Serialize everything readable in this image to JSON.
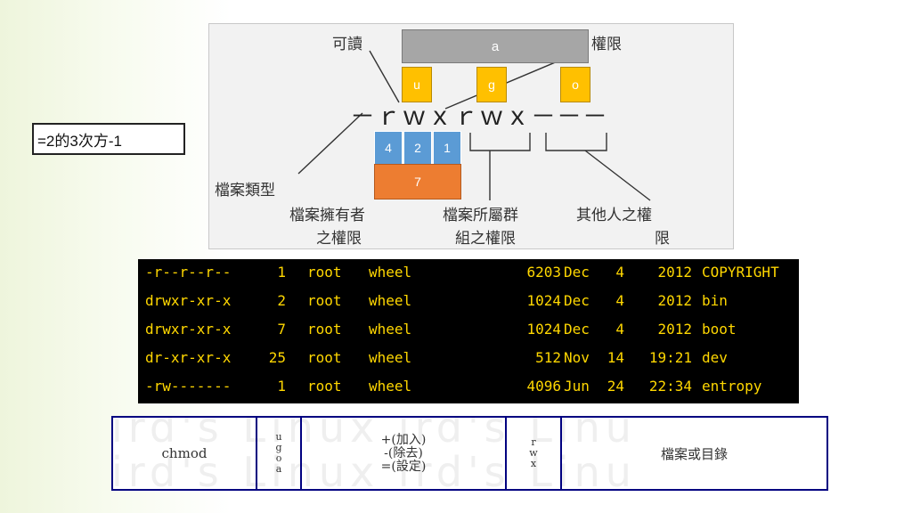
{
  "formula": "=2的3次方-1",
  "figure": {
    "labels": {
      "readable": "可讀",
      "permission": "權限",
      "file_type": "檔案類型",
      "owner_perm_l1": "檔案擁有者",
      "owner_perm_l2": "之權限",
      "group_perm_l1": "檔案所屬群",
      "group_perm_l2": "組之權限",
      "other_perm_l1": "其他人之權",
      "other_perm_l2": "限"
    },
    "perm_string": "－ｒｗｘｒｗｘ－－－",
    "boxes": {
      "a": "a",
      "u": "u",
      "g": "g",
      "o": "o",
      "four": "4",
      "two": "2",
      "one": "1",
      "seven": "7"
    },
    "colors": {
      "a": "#a6a6a6",
      "ugo": "#ffc000",
      "bits": "#5b9bd5",
      "sum": "#ed7d31"
    }
  },
  "listing": [
    {
      "perm": "-r--r--r--",
      "links": "1",
      "owner": "root",
      "group": "wheel",
      "size": "6203",
      "month": "Dec",
      "day": "4",
      "time": "2012",
      "name": "COPYRIGHT"
    },
    {
      "perm": "drwxr-xr-x",
      "links": "2",
      "owner": "root",
      "group": "wheel",
      "size": "1024",
      "month": "Dec",
      "day": "4",
      "time": "2012",
      "name": "bin"
    },
    {
      "perm": "drwxr-xr-x",
      "links": "7",
      "owner": "root",
      "group": "wheel",
      "size": "1024",
      "month": "Dec",
      "day": "4",
      "time": "2012",
      "name": "boot"
    },
    {
      "perm": "dr-xr-xr-x",
      "links": "25",
      "owner": "root",
      "group": "wheel",
      "size": "512",
      "month": "Nov",
      "day": "14",
      "time": "19:21",
      "name": "dev"
    },
    {
      "perm": "-rw-------",
      "links": "1",
      "owner": "root",
      "group": "wheel",
      "size": "4096",
      "month": "Jun",
      "day": "24",
      "time": "22:34",
      "name": "entropy"
    }
  ],
  "syntax": {
    "command": "chmod",
    "who": [
      "u",
      "g",
      "o",
      "a"
    ],
    "ops": [
      "+(加入)",
      "-(除去)",
      "=(設定)"
    ],
    "perms": [
      "r",
      "w",
      "x"
    ],
    "target": "檔案或目錄",
    "watermark_1": "ird's Linux  ird's Linu",
    "watermark_2": "ird's Linux  ird's Linu"
  }
}
